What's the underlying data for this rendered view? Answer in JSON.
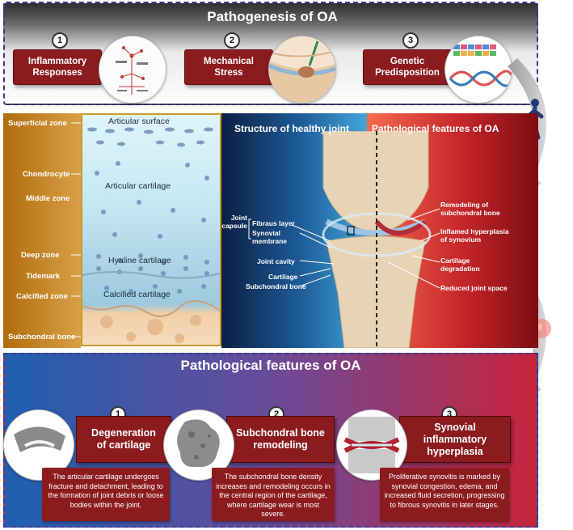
{
  "top": {
    "title": "Pathogenesis of OA",
    "items": [
      {
        "num": "1",
        "label": "Inflammatory Responses"
      },
      {
        "num": "2",
        "label": "Mechanical Stress"
      },
      {
        "num": "3",
        "label": "Genetic Predisposition"
      }
    ]
  },
  "cartilage": {
    "zones": [
      "Superficial zone",
      "Chondrocyte",
      "Middle zone",
      "Deep zone",
      "Tidemark",
      "Calcified zone",
      "Subchondral bone"
    ],
    "layers": [
      "Articular surface",
      "Articular cartilage",
      "Hyaline cartilage",
      "Calcified cartilage"
    ]
  },
  "joint": {
    "healthy_title": "Structure of healthy joint",
    "patho_title": "Pathological features of OA",
    "capsule": "Joint capsule",
    "left_labels": [
      "Fibraus layer",
      "Synovial membrane",
      "Joint cavity",
      "Cartilage",
      "Subchondral bone"
    ],
    "right_labels": [
      "Remodeling of subchondral bone",
      "Inflamed hyperplasia of synovium",
      "Cartilage degradation",
      "Reduced joint space"
    ]
  },
  "bottom": {
    "title": "Pathological features of OA",
    "items": [
      {
        "num": "1",
        "label": "Degeneration of cartilage",
        "desc": "The articular cartilage undergoes fracture and detachment, leading to the formation of joint debris or loose bodies within the joint."
      },
      {
        "num": "2",
        "label": "Subchondral bone remodeling",
        "desc": "The subchondral bone density increases and remodeling occurs in the central region of the cartilage, where cartilage wear is most severe."
      },
      {
        "num": "3",
        "label": "Synovial inflammatory hyperplasia",
        "desc": "Proliferative synovitis is marked by synovial congestion, edema, and increased fluid secretion, progressing to fibrous synovitis in later stages."
      }
    ]
  },
  "colors": {
    "card": "#8c1b1e",
    "border": "#3b3b8f",
    "healthy": "#1d5d9a",
    "disease": "#c6262a"
  }
}
